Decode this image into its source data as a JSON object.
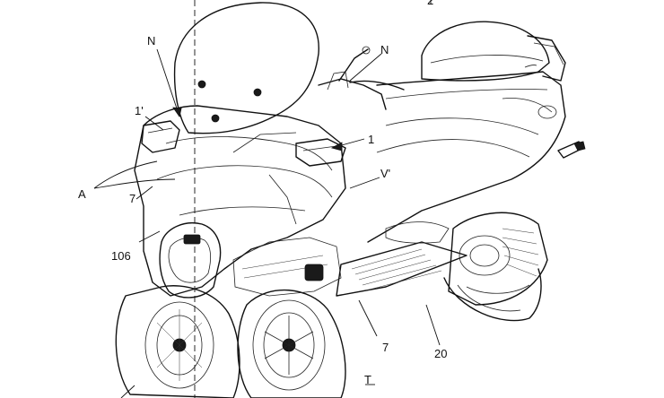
{
  "figure": {
    "labels": {
      "n_top": "N",
      "n_right": "N",
      "one_prime": "1'",
      "one": "1",
      "a": "A",
      "seven_left": "7",
      "v_prime": "V'",
      "ref_106": "106",
      "seven_bottom": "7",
      "ref_20": "20",
      "t": "T",
      "two": "2"
    }
  }
}
